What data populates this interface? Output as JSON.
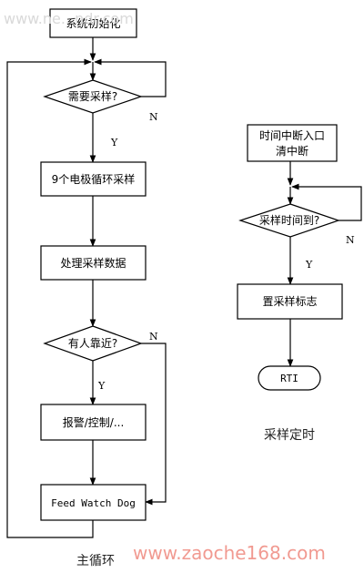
{
  "main_loop": {
    "init": "系统初始化",
    "need_sample": "需要采样?",
    "sample9": "9个电极循环采样",
    "process": "处理采样数据",
    "someone_near": "有人靠近?",
    "alarm": "报警/控制/...",
    "feed": "Feed Watch Dog",
    "caption": "主循环"
  },
  "timer": {
    "entry_line1": "时间中断入口",
    "entry_line2": "清中断",
    "time_up": "采样时间到?",
    "set_flag": "置采样标志",
    "rti": "RTI",
    "caption": "采样定时"
  },
  "branch_labels": {
    "yes": "Y",
    "no": "N"
  },
  "watermark": {
    "top": "www.ne...ndr.com",
    "bottom": "www.zaoche168.com"
  }
}
